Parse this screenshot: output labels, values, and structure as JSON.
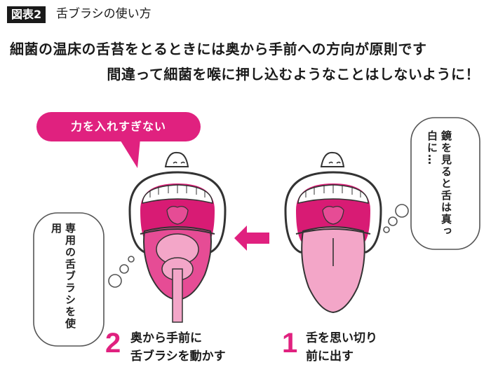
{
  "figure": {
    "tag": "図表2",
    "title": "舌ブラシの使い方"
  },
  "lead": {
    "line1": "細菌の温床の舌苔をとるときには奥から手前への方向が原則です",
    "line2": "間違って細菌を喉に押し込むようなことはしないように！"
  },
  "callouts": {
    "warning": "力を入れすぎない",
    "mirror_note": "鏡を見ると舌は真っ白に…",
    "brush_note": "専用の舌ブラシを使用"
  },
  "steps": [
    {
      "number": "1",
      "line1": "舌を思い切り",
      "line2": "前に出す"
    },
    {
      "number": "2",
      "line1": "奥から手前に",
      "line2": "舌ブラシを動かす"
    }
  ],
  "colors": {
    "accent": "#e0217f",
    "tongue_step1": "#f3a6c8",
    "tongue_step2": "#e64c95",
    "mouth_dark": "#d81b74",
    "bubble_border": "#555555"
  }
}
